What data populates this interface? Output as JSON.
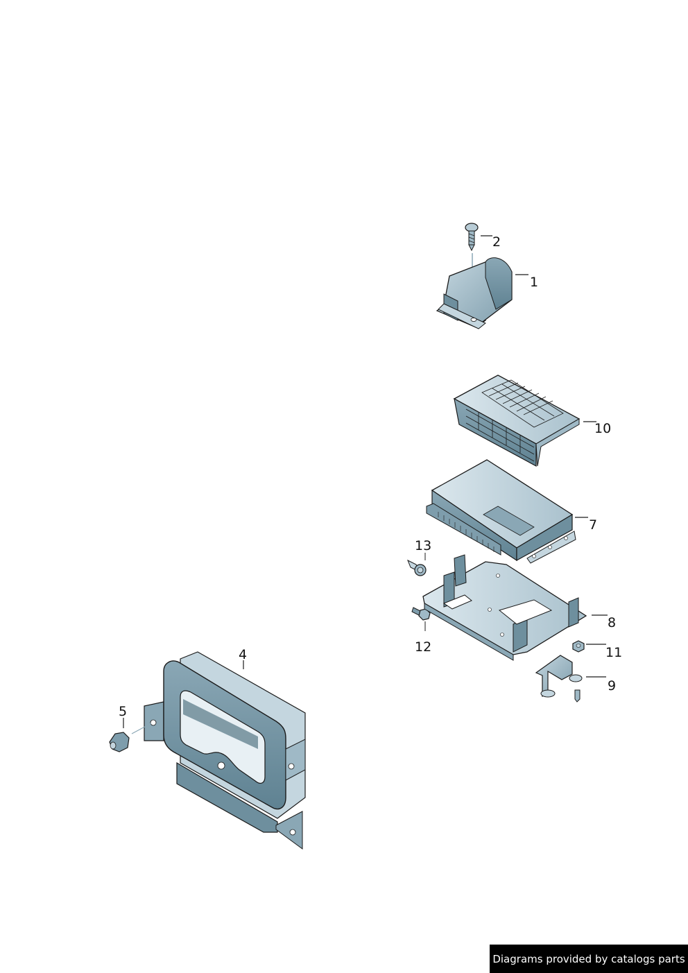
{
  "diagram": {
    "colors": {
      "part_fill": "#9fb9c6",
      "part_dark": "#6e8f9e",
      "part_light": "#d3e1e8",
      "outline": "#1a1a1a",
      "background": "#ffffff"
    },
    "callouts": [
      {
        "id": "1",
        "label": "1"
      },
      {
        "id": "2",
        "label": "2"
      },
      {
        "id": "4",
        "label": "4"
      },
      {
        "id": "5",
        "label": "5"
      },
      {
        "id": "7",
        "label": "7"
      },
      {
        "id": "8",
        "label": "8"
      },
      {
        "id": "9",
        "label": "9"
      },
      {
        "id": "10",
        "label": "10"
      },
      {
        "id": "11",
        "label": "11"
      },
      {
        "id": "12",
        "label": "12"
      },
      {
        "id": "13",
        "label": "13"
      }
    ]
  },
  "footer": {
    "credit": "Diagrams provided by catalogs parts"
  }
}
